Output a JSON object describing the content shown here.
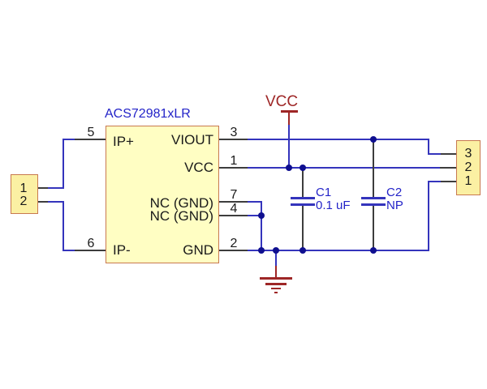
{
  "ic": {
    "title": "ACS72981xLR",
    "left_pins": [
      {
        "num": "5",
        "label": "IP+"
      },
      {
        "num": "6",
        "label": "IP-"
      }
    ],
    "right_pins": [
      {
        "num": "3",
        "label": "VIOUT"
      },
      {
        "num": "1",
        "label": "VCC"
      },
      {
        "num": "7",
        "label": "NC (GND)"
      },
      {
        "num": "4",
        "label": "NC (GND)"
      },
      {
        "num": "2",
        "label": "GND"
      }
    ]
  },
  "left_connector": {
    "pins": [
      "1",
      "2"
    ]
  },
  "right_connector": {
    "pins": [
      "3",
      "2",
      "1"
    ]
  },
  "power": {
    "vcc_label": "VCC"
  },
  "capacitors": [
    {
      "name": "C1",
      "value": "0.1 uF"
    },
    {
      "name": "C2",
      "value": "NP"
    }
  ],
  "colors": {
    "wire": "#3434bc",
    "junction": "#0f0f8f",
    "symbol_red": "#9e2626",
    "component_border": "#c8794f",
    "component_fill": "#fffec3",
    "connector_fill": "#fbf0a3",
    "label_blue": "#2323c8",
    "text_black": "#1a1a1a",
    "pin_stub": "#3d3d3d"
  }
}
